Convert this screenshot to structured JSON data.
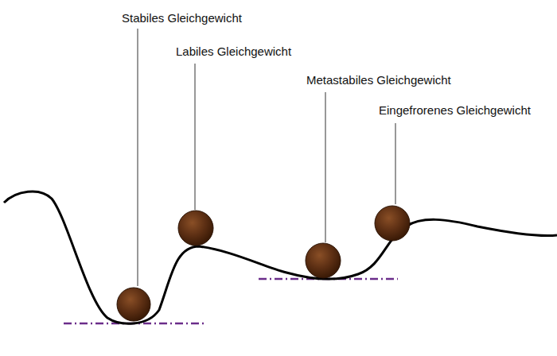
{
  "diagram": {
    "labels": [
      "Stabiles Gleichgewicht",
      "Labiles Gleichgewicht",
      "Metastabiles Gleichgewicht",
      "Eingefrorenes Gleichgewicht"
    ]
  }
}
